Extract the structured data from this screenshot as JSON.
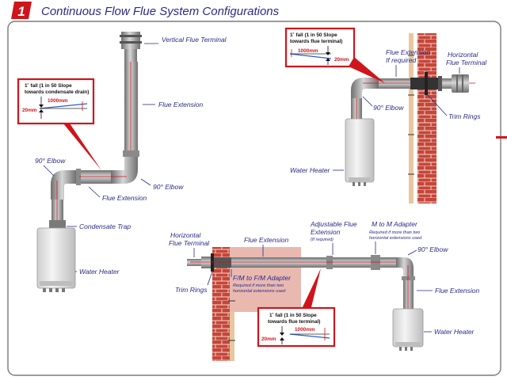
{
  "title": "Continuous Flow Flue System Configurations",
  "section_number": "1",
  "colors": {
    "accent_red": "#d0141b",
    "label_blue": "#2a2a8a",
    "pipe_gray": "#9a9a9a",
    "brick": "#c6453a"
  },
  "vertical": {
    "terminal": "Vertical Flue Terminal",
    "extension": "Flue Extension",
    "elbow_upper": "90° Elbow",
    "elbow_left": "90° Elbow",
    "extension_horizontal": "Flue Extension",
    "trap": "Condensate Trap",
    "heater": "Water Heater",
    "callout": {
      "line1": "1˚ fall (1 in 50 Slope",
      "line2": "towards condensate drain)",
      "length": "1000mm",
      "drop": "20mm"
    }
  },
  "horizontal_short": {
    "extension_line1": "Flue Extension",
    "extension_line2": "If required",
    "terminal_line1": "Horizontal",
    "terminal_line2": "Flue Terminal",
    "elbow": "90° Elbow",
    "trim_rings": "Trim Rings",
    "heater": "Water Heater",
    "callout": {
      "line1": "1˚ fall (1 in 50 Slope",
      "line2": "towards flue terminal)",
      "length": "1000mm",
      "drop": "20mm"
    }
  },
  "horizontal_long": {
    "terminal_line1": "Horizontal",
    "terminal_line2": "Flue Terminal",
    "extension": "Flue Extension",
    "adjustable_line1": "Adjustable Flue",
    "adjustable_line2": "Extension",
    "adjustable_note": "(If required)",
    "mm_adapter": "M to M Adapter",
    "mm_note1": "Required if more than two",
    "mm_note2": "horizontal extensions used",
    "elbow": "90° Elbow",
    "extension_vertical": "Flue Extension",
    "heater": "Water Heater",
    "trim_rings": "Trim Rings",
    "ff_adapter": "F/M to F/M Adapter",
    "ff_note1": "Required if more than two",
    "ff_note2": "horizontal extensions used",
    "callout": {
      "line1": "1˚ fall (1 in 50 Slope",
      "line2": "towards flue terminal)",
      "length": "1000mm",
      "drop": "20mm"
    }
  }
}
